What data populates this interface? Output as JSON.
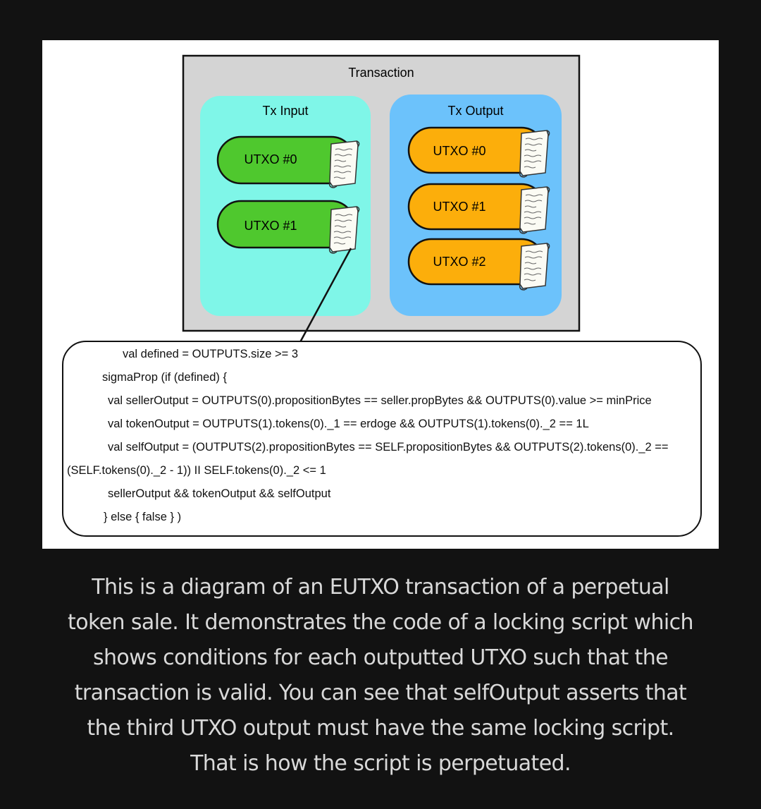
{
  "diagram": {
    "transaction_label": "Transaction",
    "input_group": {
      "label": "Tx Input",
      "utxos": [
        "UTXO #0",
        "UTXO #1"
      ]
    },
    "output_group": {
      "label": "Tx Output",
      "utxos": [
        "UTXO #0",
        "UTXO #1",
        "UTXO #2"
      ]
    },
    "colors": {
      "transaction_bg": "#d4d4d4",
      "input_group_bg": "#7ff6e8",
      "output_group_bg": "#6cc2fb",
      "input_utxo": "#4fc82e",
      "output_utxo": "#fcae0b"
    },
    "icon": "script-scroll-icon"
  },
  "code": {
    "lines": [
      "val defined = OUTPUTS.size >= 3",
      "sigmaProp (if (defined) {",
      "val sellerOutput = OUTPUTS(0).propositionBytes == seller.propBytes && OUTPUTS(0).value >= minPrice",
      "val tokenOutput = OUTPUTS(1).tokens(0)._1 == erdoge && OUTPUTS(1).tokens(0)._2 == 1L",
      "val selfOutput = (OUTPUTS(2).propositionBytes == SELF.propositionBytes && OUTPUTS(2).tokens(0)._2 ==",
      "(SELF.tokens(0)._2 - 1)) II SELF.tokens(0)._2 <= 1",
      "sellerOutput && tokenOutput && selfOutput",
      "} else { false } )"
    ]
  },
  "caption": {
    "lines": [
      "This is a diagram of an EUTXO transaction of a perpetual",
      "token sale. It demonstrates the code of a locking script which",
      "shows conditions for each outputted UTXO such that the",
      "transaction is valid. You can see that selfOutput asserts that",
      "the third UTXO output must have the same locking script.",
      "That is how the script is perpetuated."
    ]
  }
}
